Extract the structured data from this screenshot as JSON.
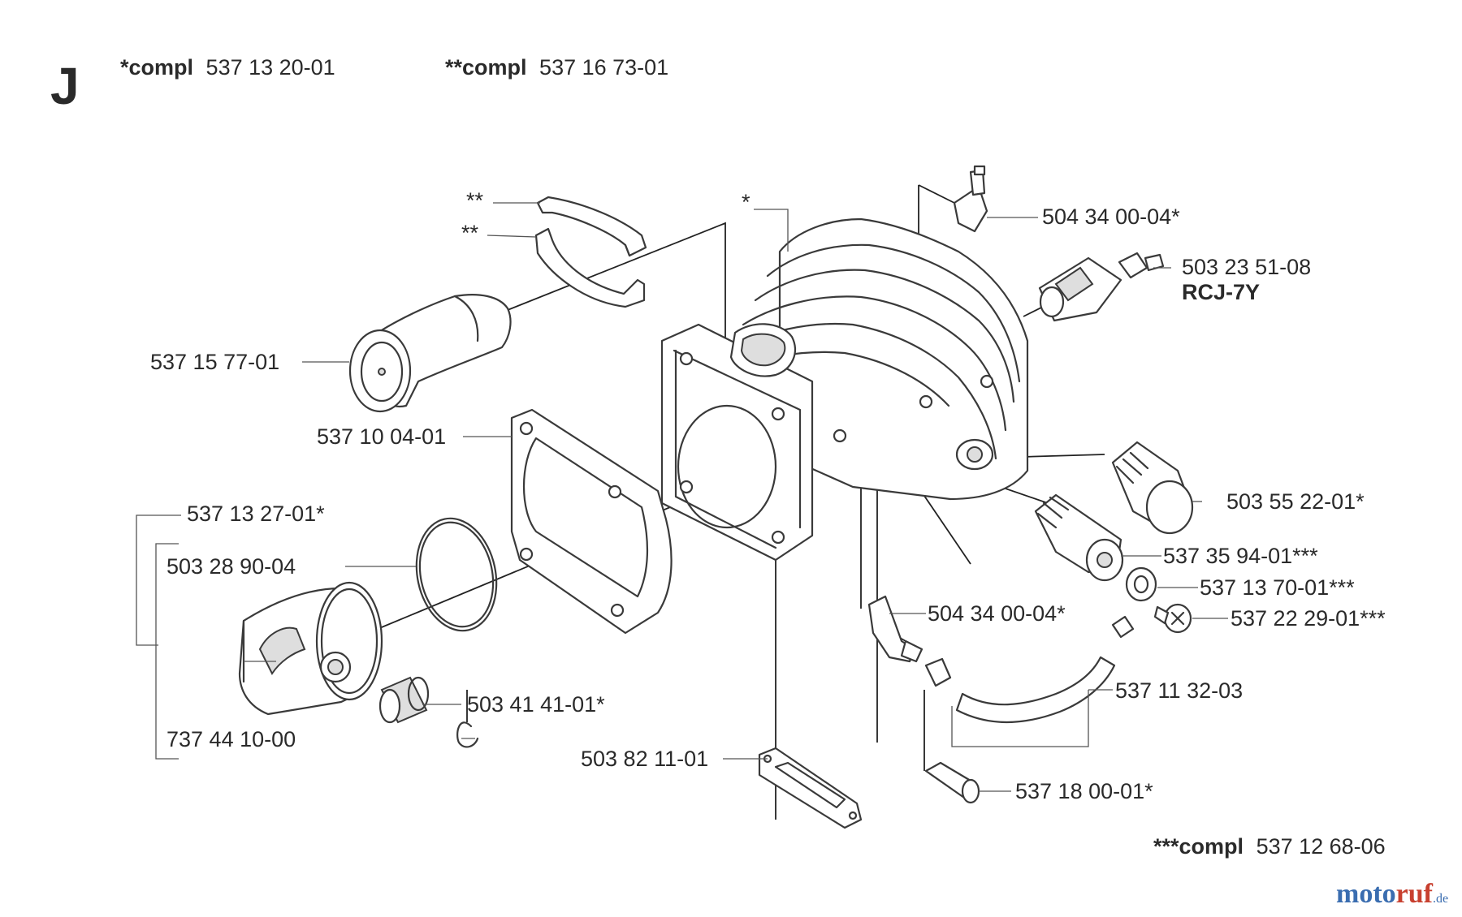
{
  "section_letter": "J",
  "header": {
    "kit1": {
      "prefix": "*compl",
      "number": "537 13 20-01"
    },
    "kit2": {
      "prefix": "**compl",
      "number": "537 16 73-01"
    }
  },
  "footer": {
    "prefix": "***compl",
    "number": "537 12 68-06"
  },
  "callouts": {
    "clip_upper": "**",
    "clip_lower": "**",
    "cylinder": "*",
    "nipple_top": "504 34 00-04*",
    "spark_plug": "503 23 51-08",
    "spark_plug_type": "RCJ-7Y",
    "intake": "537 15 77-01",
    "gasket": "537 10 04-01",
    "piston_kit": "537 13 27-01*",
    "piston_ring": "503 28 90-04",
    "piston": "737 44 10-00",
    "bearing": "503 41 41-01*",
    "cap": "503 55 22-01*",
    "valve": "537 35 94-01***",
    "washer": "537 13 70-01***",
    "screw": "537 22 29-01***",
    "nipple_bottom": "504 34 00-04*",
    "hose": "537 11 32-03",
    "base_gasket": "503 82 11-01",
    "plug": "537 18 00-01*"
  },
  "watermark": {
    "part1": "moto",
    "part2": "ruf",
    "part3": ".de"
  }
}
